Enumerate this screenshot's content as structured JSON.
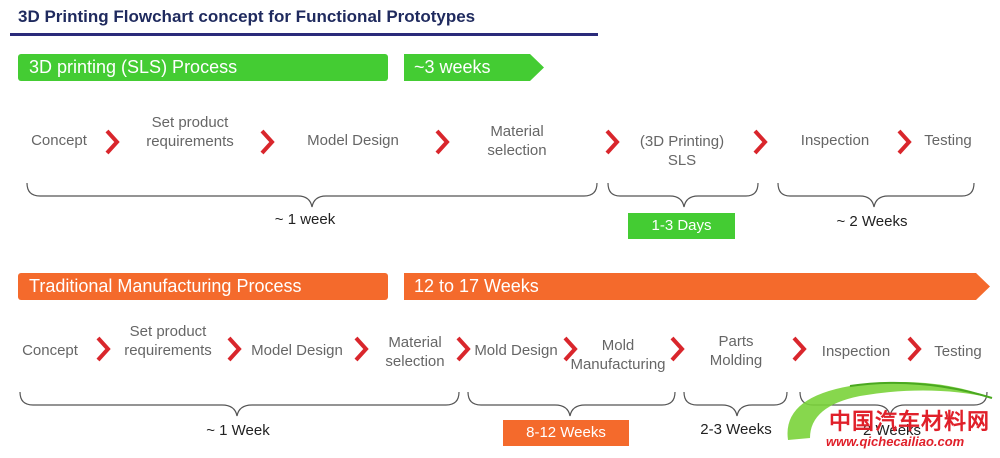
{
  "title": "3D Printing Flowchart concept for Functional Prototypes",
  "sls": {
    "header": "3D printing (SLS) Process",
    "duration_arrow": "~3 weeks",
    "steps": [
      {
        "label": "Concept"
      },
      {
        "label": "Set product requirements"
      },
      {
        "label": "Model Design"
      },
      {
        "label": "Material selection"
      },
      {
        "label": "(3D Printing) SLS"
      },
      {
        "label": "Inspection"
      },
      {
        "label": "Testing"
      }
    ],
    "durations": [
      "~ 1 week",
      "1-3 Days",
      "~ 2 Weeks"
    ]
  },
  "traditional": {
    "header": "Traditional Manufacturing Process",
    "duration_arrow": "12 to 17 Weeks",
    "steps": [
      {
        "label": "Concept"
      },
      {
        "label": "Set product requirements"
      },
      {
        "label": "Model Design"
      },
      {
        "label": "Material selection"
      },
      {
        "label": "Mold Design"
      },
      {
        "label": "Mold Manufacturing"
      },
      {
        "label": "Parts Molding"
      },
      {
        "label": "Inspection"
      },
      {
        "label": "Testing"
      }
    ],
    "durations": [
      "~ 1 Week",
      "8-12 Weeks",
      "2-3 Weeks",
      "2 Weeks"
    ]
  },
  "watermark": {
    "brand_cn": "中国汽车材料网",
    "url": "www.qichecailiao.com"
  },
  "colors": {
    "green": "#44cc33",
    "orange": "#f46a2c",
    "title": "#1f2a5e",
    "chevron": "#d9262c"
  }
}
